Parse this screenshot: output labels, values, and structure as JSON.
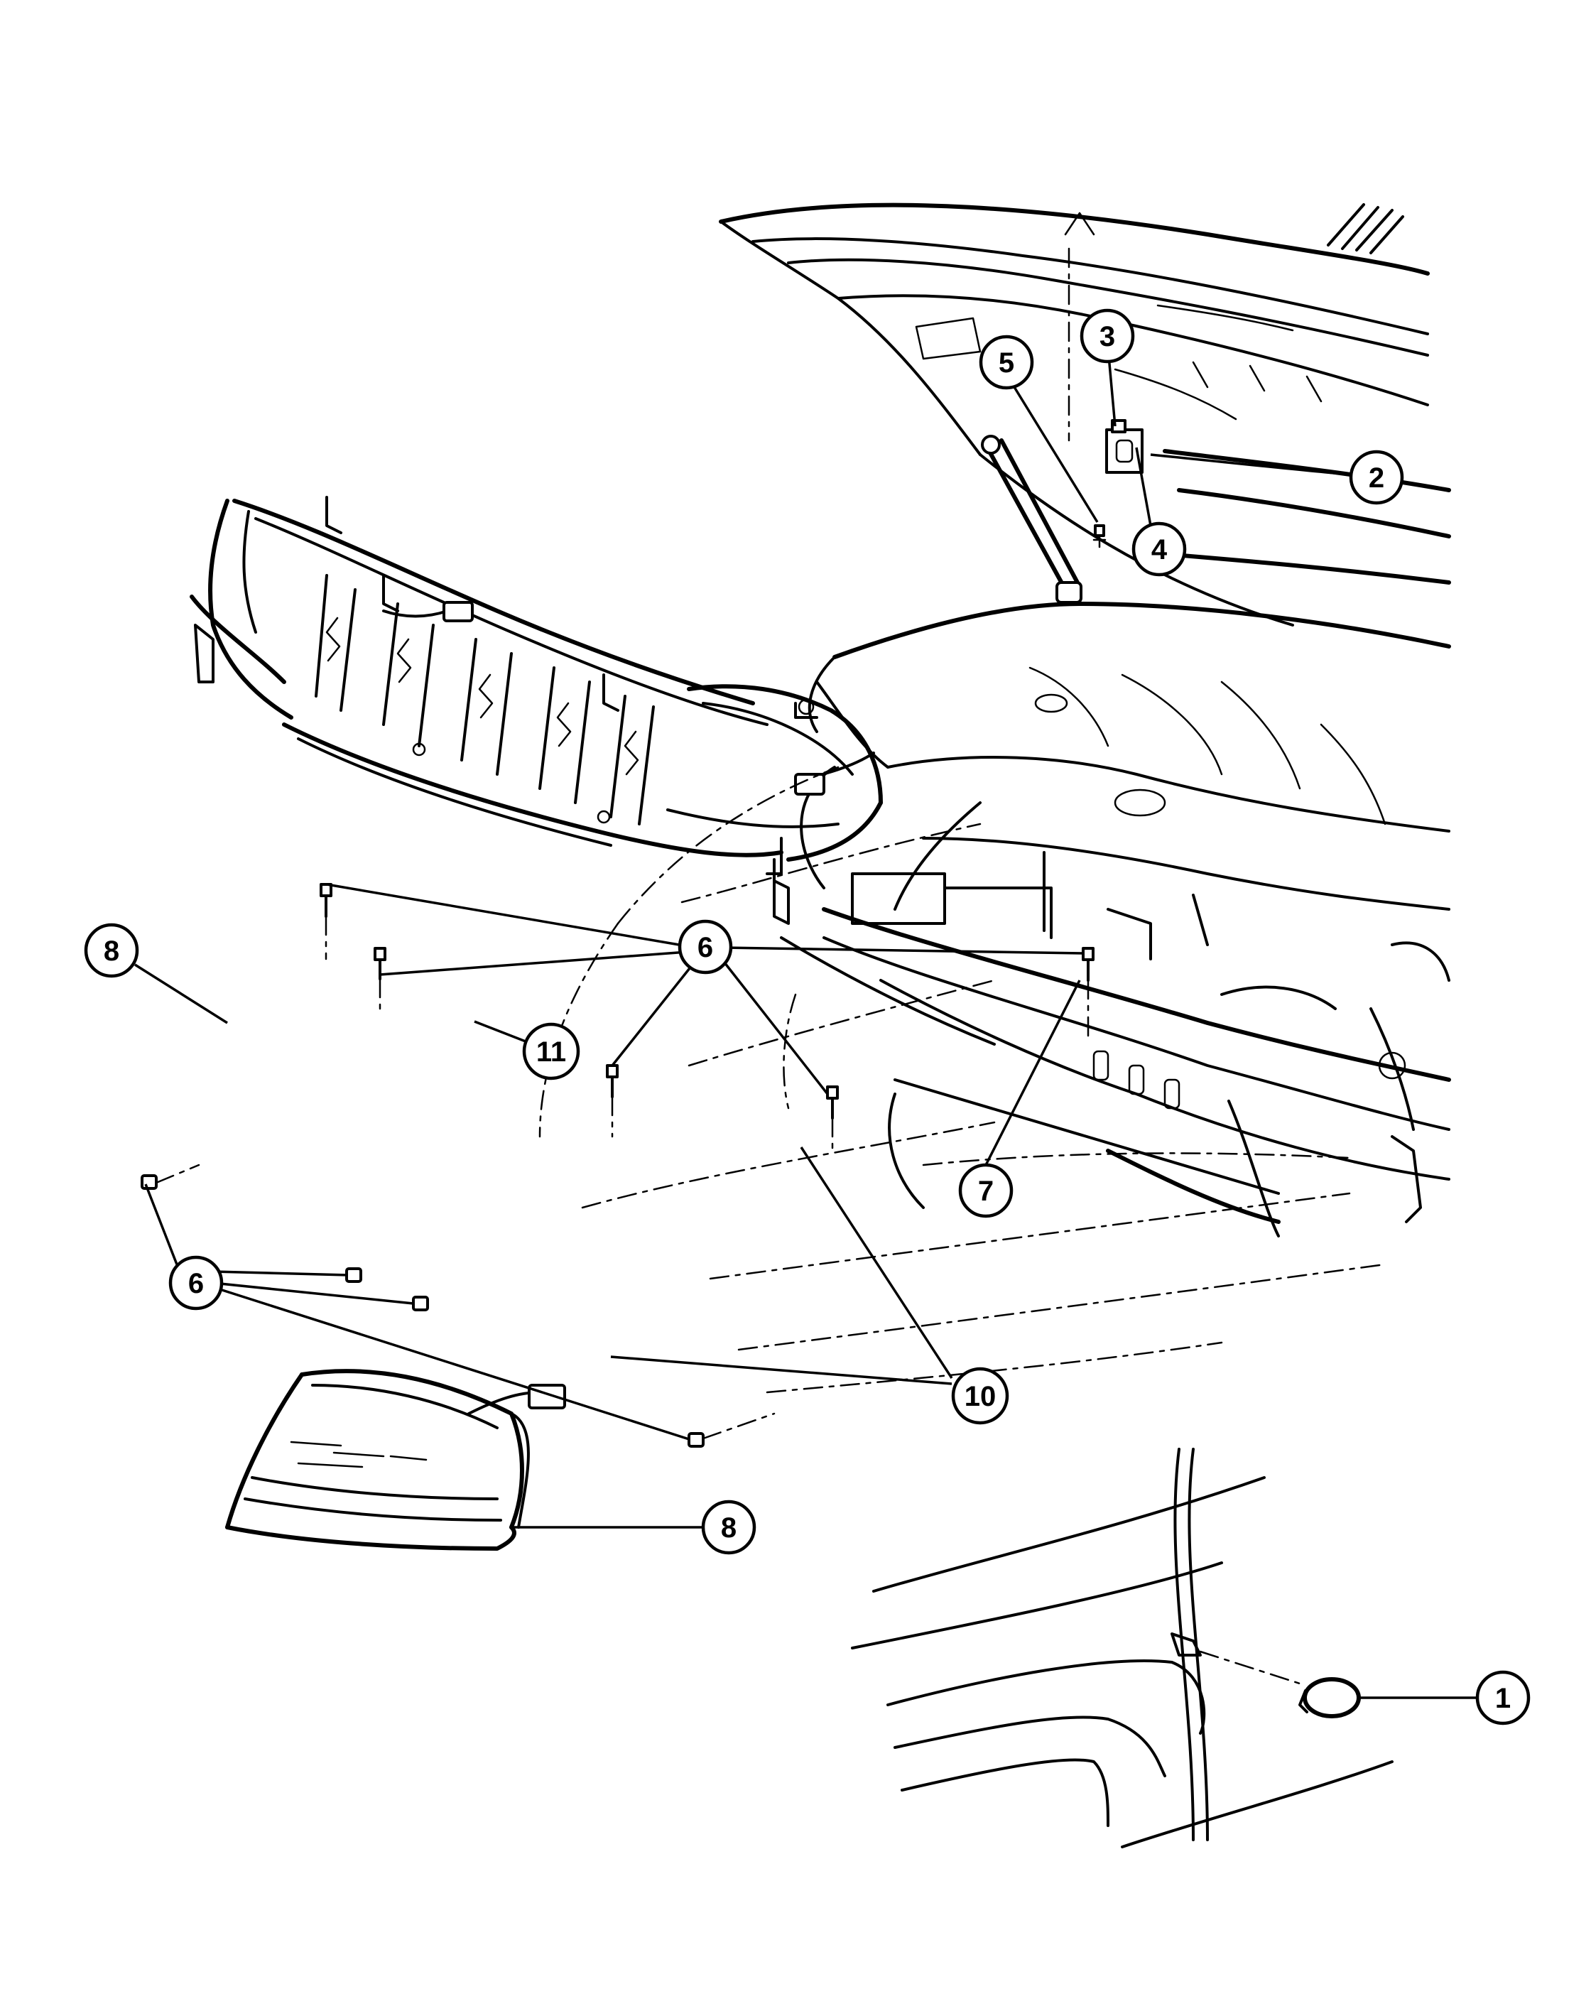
{
  "callouts": {
    "c1": "1",
    "c2": "2",
    "c3": "3",
    "c4": "4",
    "c5": "5",
    "c6a": "6",
    "c6b": "6",
    "c7": "7",
    "c8a": "8",
    "c8b": "8",
    "c10": "10",
    "c11": "11"
  }
}
